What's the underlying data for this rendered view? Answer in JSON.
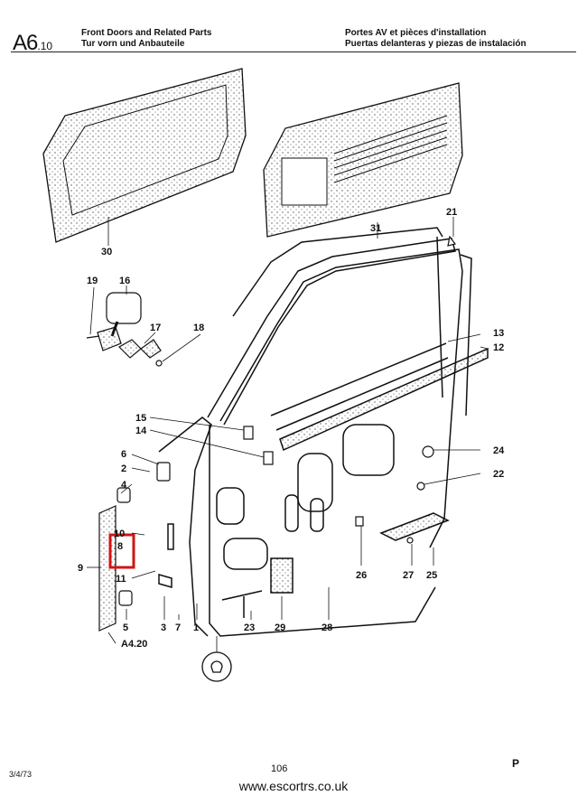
{
  "header": {
    "section_code": "A6",
    "section_sub": ".10",
    "title_en": "Front Doors and Related Parts",
    "title_de": "Tur vorn und Anbauteile",
    "title_fr": "Portes AV et pièces d'installation",
    "title_es": "Puertas delanteras y piezas de instalación"
  },
  "callouts": {
    "c1": "1",
    "c2": "2",
    "c3": "3",
    "c4": "4",
    "c5": "5",
    "c6": "6",
    "c7": "7",
    "c8": "8",
    "c9": "9",
    "c10": "10",
    "c11": "11",
    "c12": "12",
    "c13": "13",
    "c14": "14",
    "c15": "15",
    "c16": "16",
    "c17": "17",
    "c18": "18",
    "c19": "19",
    "c21": "21",
    "c22": "22",
    "c23": "23",
    "c24": "24",
    "c25": "25",
    "c26": "26",
    "c27": "27",
    "c28": "28",
    "c29": "29",
    "c30": "30",
    "c31": "31",
    "ref": "A4.20"
  },
  "highlight_color": "#d21414",
  "footer": {
    "date": "3/4/73",
    "page": "106",
    "url": "www.escortrs.co.uk",
    "mark": "P"
  }
}
